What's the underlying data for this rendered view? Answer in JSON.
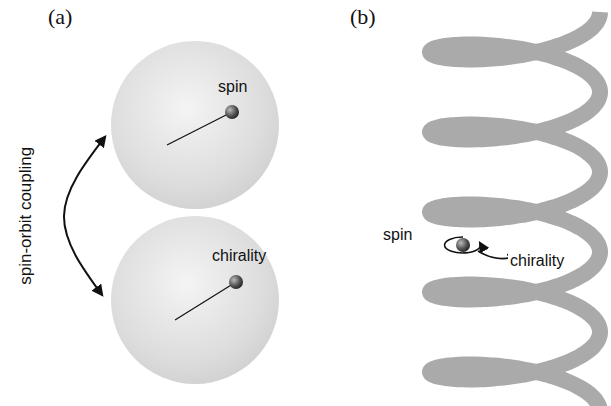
{
  "diagram": {
    "nodes": [
      {
        "text": [
          "spin"
        ]
      },
      {
        "text": [
          "chirality"
        ]
      }
    ],
    "edges": [
      {
        "from": 0,
        "to": 1,
        "arrow": "both",
        "label": "spin-orbit coupling"
      }
    ],
    "labels": [
      "(a)",
      "(b)",
      "spin",
      "chirality"
    ]
  }
}
